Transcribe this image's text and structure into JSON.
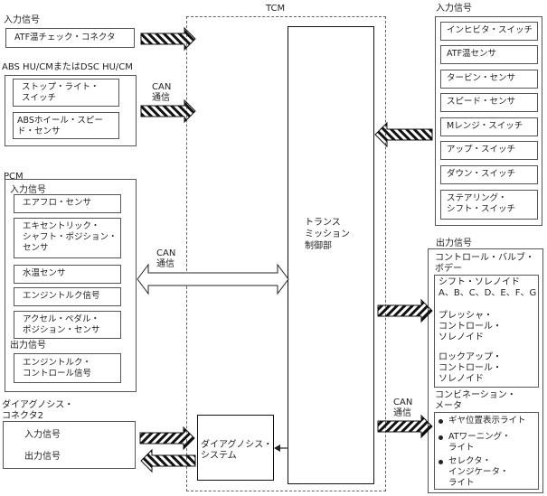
{
  "tcm": {
    "title": "TCM",
    "transmission_control": "トランス\nミッション\n制御部",
    "diagnosis_system": "ダイアグノシス・\nシステム"
  },
  "left": {
    "top_input": {
      "heading": "入力信号",
      "item": "ATF温チェック・コネクタ"
    },
    "abs": {
      "heading": "ABS HU/CMまたはDSC HU/CM",
      "items": [
        "ストップ・ライト・\nスイッチ",
        "ABSホイール・スピー\nド・センサ"
      ],
      "link_label": "CAN\n通信"
    },
    "pcm": {
      "heading": "PCM",
      "input_heading": "入力信号",
      "inputs": [
        "エアフロ・センサ",
        "エキセントリック・\nシャフト・ポジション・\nセンサ",
        "水温センサ",
        "エンジントルク信号",
        "アクセル・ペダル・\nポジション・センサ"
      ],
      "output_heading": "出力信号",
      "outputs": [
        "エンジントルク・\nコントロール信号"
      ],
      "link_label": "CAN\n通信"
    },
    "diag_connector": {
      "heading": "ダイアグノシス・\nコネクタ2",
      "input": "入力信号",
      "output": "出力信号"
    }
  },
  "right": {
    "inputs": {
      "heading": "入力信号",
      "items": [
        "インヒビタ・スイッチ",
        "ATF温センサ",
        "タービン・センサ",
        "スピード・センサ",
        "Mレンジ・スイッチ",
        "アップ・スイッチ",
        "ダウン・スイッチ",
        "ステアリング・\nシフト・スイッチ"
      ]
    },
    "outputs": {
      "heading": "出力信号",
      "control_valve_body": {
        "heading": "コントロール・バルブ・\nボデー",
        "items": [
          "シフト・ソレノイド\nA、B、C、D、E、F、G",
          "プレッシャ・\nコントロール・\nソレノイド",
          "ロックアップ・\nコントロール・\nソレノイド"
        ]
      },
      "combination_meter": {
        "heading": "コンビネーション・\nメータ",
        "items": [
          "ギヤ位置表示ライト",
          "ATワーニング・\nライト",
          "セレクタ・\nインジケータ・\nライト"
        ]
      },
      "link_label": "CAN\n通信"
    }
  }
}
